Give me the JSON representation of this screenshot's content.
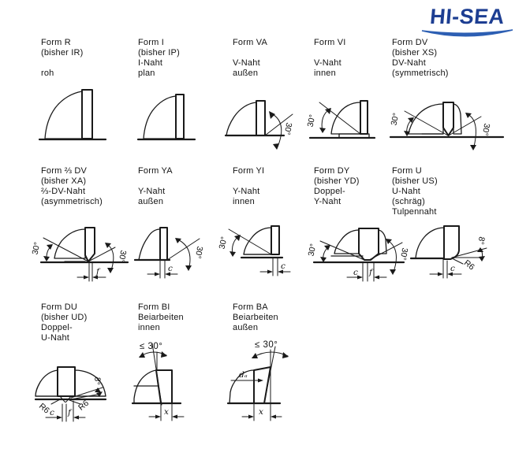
{
  "logo": {
    "text": "HI-SEA",
    "color": "#1d3e92",
    "swoosh_color": "#2d5fb3"
  },
  "cells": [
    {
      "lines": [
        "Form R",
        "(bisher IR)",
        "",
        "roh"
      ],
      "ann": {}
    },
    {
      "lines": [
        "Form I",
        "(bisher IP)",
        "I-Naht",
        "plan"
      ],
      "ann": {}
    },
    {
      "lines": [
        "Form VA",
        "",
        "V-Naht",
        "außen"
      ],
      "ann": {
        "right": "30°"
      }
    },
    {
      "lines": [
        "Form VI",
        "",
        "V-Naht",
        "innen"
      ],
      "ann": {
        "left": "30°"
      }
    },
    {
      "lines": [
        "Form DV",
        "(bisher XS)",
        "DV-Naht",
        "(symmetrisch)"
      ],
      "ann": {
        "left": "30°",
        "right": "30°"
      }
    },
    {
      "lines": [
        "Form ⅔ DV",
        "(bisher XA)",
        "⅔-DV-Naht",
        "(asymmetrisch)"
      ],
      "ann": {
        "left": "30°",
        "right": "30°",
        "f": "f"
      }
    },
    {
      "lines": [
        "Form YA",
        "",
        "Y-Naht",
        "außen"
      ],
      "ann": {
        "right": "30°",
        "c": "c"
      }
    },
    {
      "lines": [
        "Form YI",
        "",
        "Y-Naht",
        "innen"
      ],
      "ann": {
        "left": "30°",
        "c": "c"
      }
    },
    {
      "lines": [
        "Form DY",
        "(bisher YD)",
        "Doppel-",
        "Y-Naht"
      ],
      "ann": {
        "left": "30°",
        "right": "30°",
        "c": "c",
        "f": "f"
      }
    },
    {
      "lines": [
        "Form U",
        "(bisher US)",
        "U-Naht",
        "(schräg)",
        "Tulpennaht"
      ],
      "ann": {
        "right": "8°",
        "r": "R6",
        "c": "c"
      }
    },
    {
      "lines": [
        "Form DU",
        "(bisher UD)",
        "Doppel-",
        "U-Naht"
      ],
      "ann": {
        "right": "8°",
        "r_left": "R6",
        "r_right": "R6",
        "c": "c",
        "f": "f"
      }
    },
    {
      "lines": [
        "Form BI",
        "Beiarbeiten",
        "innen"
      ],
      "ann": {
        "top": "≤ 30°",
        "x": "x"
      }
    },
    {
      "lines": [
        "Form BA",
        "Beiarbeiten",
        "außen"
      ],
      "ann": {
        "top": "≤ 30°",
        "x": "x",
        "d": "dₐ"
      }
    }
  ]
}
